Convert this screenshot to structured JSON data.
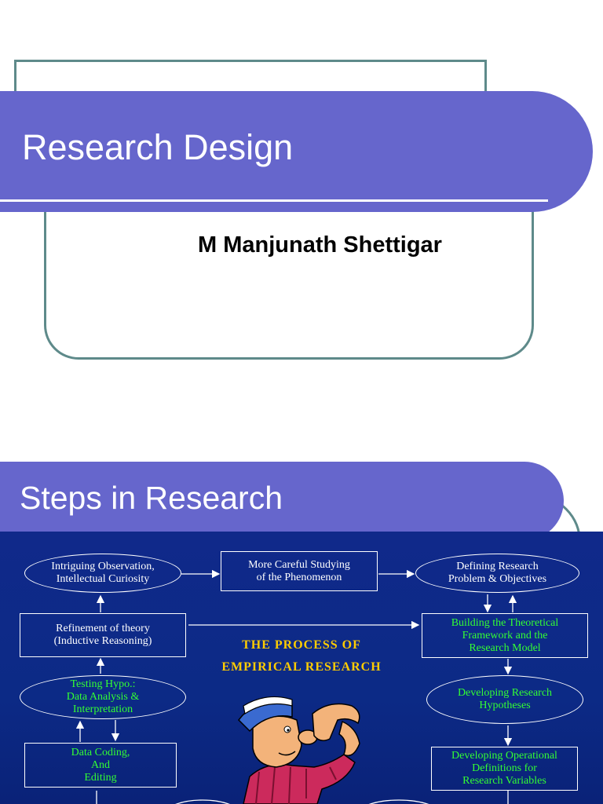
{
  "slide1": {
    "title": "Research Design",
    "author": "M Manjunath Shettigar"
  },
  "slide2": {
    "title": "Steps in Research",
    "diagram": {
      "heading_line1": "THE PROCESS OF",
      "heading_line2": "EMPIRICAL RESEARCH",
      "nodes": {
        "intriguing": [
          "Intriguing Observation,",
          "Intellectual Curiosity"
        ],
        "careful": [
          "More Careful Studying",
          "of the Phenomenon"
        ],
        "defining": [
          "Defining Research",
          "Problem & Objectives"
        ],
        "refinement": [
          "Refinement of theory",
          "(Inductive Reasoning)"
        ],
        "building": [
          "Building the Theoretical",
          "Framework and the",
          "Research Model"
        ],
        "testing": [
          "Testing Hypo.:",
          "Data Analysis &",
          "Interpretation"
        ],
        "hypotheses": [
          "Developing Research",
          "Hypotheses"
        ],
        "coding": [
          "Data Coding,",
          "And",
          "Editing"
        ],
        "operational": [
          "Developing Operational",
          "Definitions for",
          "Research Variables"
        ]
      }
    }
  }
}
